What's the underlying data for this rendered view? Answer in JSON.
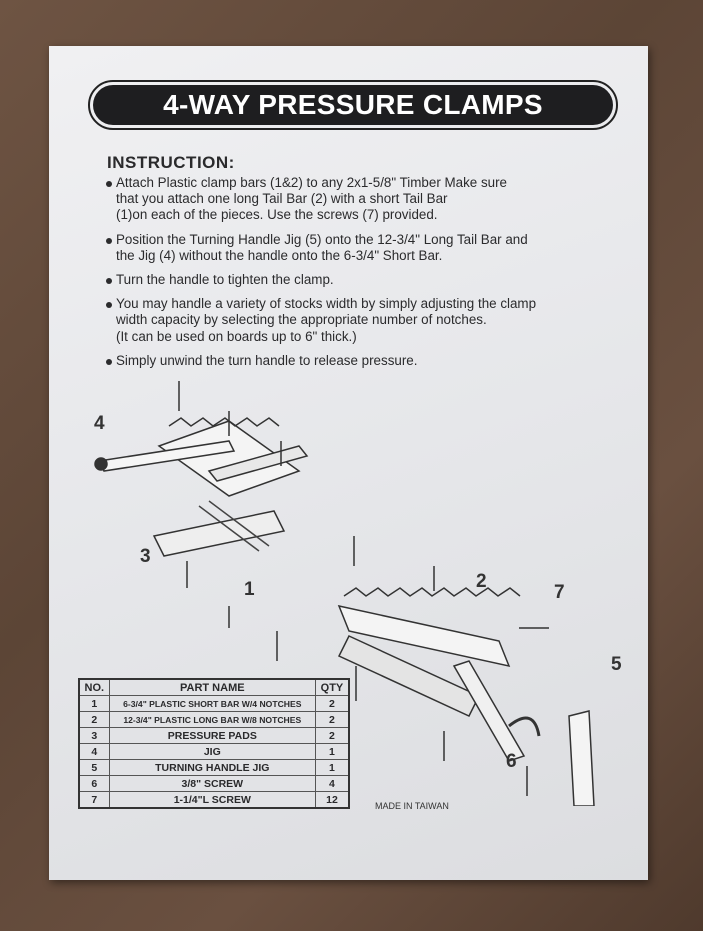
{
  "title": "4-WAY PRESSURE CLAMPS",
  "instruction_heading": "INSTRUCTION:",
  "instructions": [
    [
      "Attach Plastic clamp bars (1&2) to any 2x1-5/8\" Timber Make sure",
      "that you attach one long Tail Bar (2) with a short Tail Bar",
      "(1)on each of the pieces. Use the screws (7) provided."
    ],
    [
      "Position the Turning Handle Jig (5) onto the 12-3/4\" Long Tail Bar and",
      "the Jig (4) without the handle onto the 6-3/4\" Short Bar."
    ],
    [
      "Turn the handle to tighten the clamp."
    ],
    [
      "You may handle a variety of stocks width by simply adjusting the clamp",
      "width capacity by selecting the appropriate number of notches.",
      "(It can be used on boards up to 6\" thick.)"
    ],
    [
      "Simply unwind the turn handle to release pressure."
    ]
  ],
  "callouts": [
    "4",
    "3",
    "1",
    "2",
    "7",
    "5",
    "6"
  ],
  "parts_table": {
    "headers": [
      "NO.",
      "PART NAME",
      "QTY"
    ],
    "rows": [
      [
        "1",
        "6-3/4\" PLASTIC SHORT BAR W/4 NOTCHES",
        "2"
      ],
      [
        "2",
        "12-3/4\" PLASTIC LONG BAR W/8 NOTCHES",
        "2"
      ],
      [
        "3",
        "PRESSURE PADS",
        "2"
      ],
      [
        "4",
        "JIG",
        "1"
      ],
      [
        "5",
        "TURNING HANDLE JIG",
        "1"
      ],
      [
        "6",
        "3/8\" SCREW",
        "4"
      ],
      [
        "7",
        "1-1/4\"L SCREW",
        "12"
      ]
    ]
  },
  "made_in": "MADE IN TAIWAN"
}
